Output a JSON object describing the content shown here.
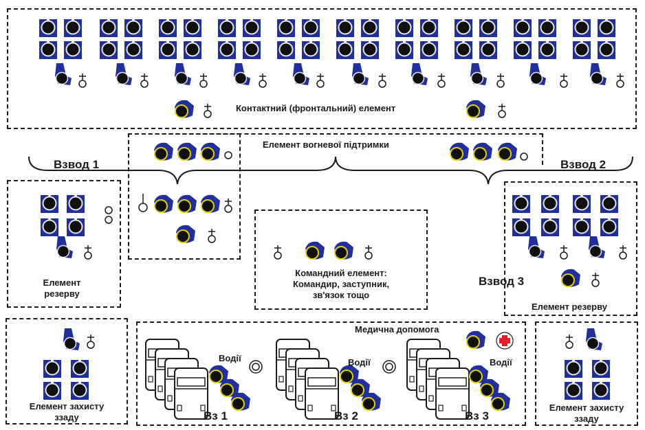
{
  "contact_element": {
    "label": "Контактний (фронтальний)  елемент"
  },
  "fire_support": {
    "label": "Елемент вогневої підтримки"
  },
  "platoons": {
    "p1": "Взвод 1",
    "p2": "Взвод 2",
    "p3": "Взвод 3"
  },
  "reserve_left": {
    "line1": "Елемент",
    "line2": "резерву"
  },
  "reserve_right": {
    "label": "Елемент резерву"
  },
  "command": {
    "line1": "Командний елемент:",
    "line2": "Командир, заступник,",
    "line3": "зв'язок  тощо"
  },
  "rear_left": {
    "line1": "Елемент захисту",
    "line2": "ззаду"
  },
  "rear_right": {
    "line1": "Елемент захисту",
    "line2": "ззаду"
  },
  "transport": {
    "medical_label": "Медична допомога",
    "drivers_label": "Водії",
    "vehicles": [
      "Вз 1",
      "Вз 2",
      "Вз 3"
    ]
  },
  "colors": {
    "soldier_body": "#1f2f9e",
    "soldier_head": "#101010",
    "outline_yellow": "#e2d000",
    "medical_red": "#e0202a",
    "border": "#1a1a1a"
  }
}
